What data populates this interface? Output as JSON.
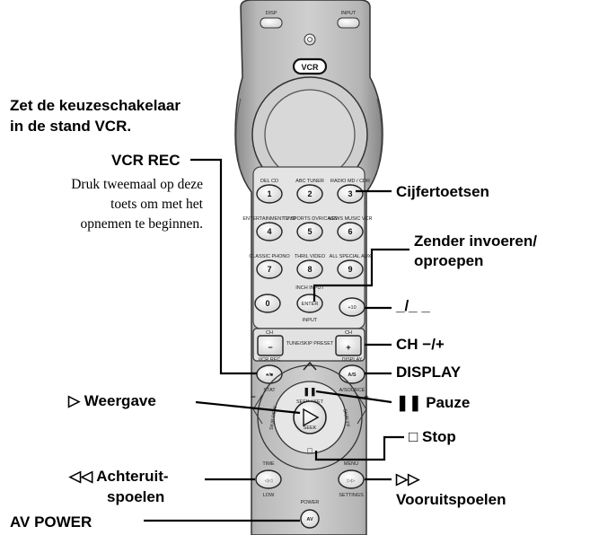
{
  "remote": {
    "top": {
      "disp": "DISP",
      "input": "INPUT",
      "selector": "VCR"
    },
    "number_keys": [
      {
        "top": "DEL CD",
        "digit": "1"
      },
      {
        "top": "ABC TUNER",
        "digit": "2"
      },
      {
        "top": "RADIO MD / CDR",
        "digit": "3"
      },
      {
        "top": "ENTERTAINMENT DVD",
        "digit": "4"
      },
      {
        "top": "TV SPORTS DVR/CASS",
        "digit": "5"
      },
      {
        "top": "NEWS MUSIC VCR",
        "digit": "6"
      },
      {
        "top": "CLASSIC PHONO",
        "digit": "7"
      },
      {
        "top": "THRIL VIDEO",
        "digit": "8"
      },
      {
        "top": "ALL SPECIAL AUX",
        "digit": "9"
      }
    ],
    "zero": "0",
    "enter": {
      "top": "INCH INPUT",
      "label": "ENTER",
      "bottom": "INPUT"
    },
    "plus10": "+10",
    "ch": {
      "minus_top": "CH",
      "plus_top": "CH",
      "minus": "−",
      "plus": "+",
      "center": "TUNE/SKIP PRESET"
    },
    "rec_key": {
      "top": "VCR REC",
      "label": "●/■",
      "bottom": "STAT"
    },
    "display_key": {
      "top": "DISPLAY",
      "label": "A/S",
      "bottom": "A/SOURCE"
    },
    "pause_key": "❚❚",
    "play_key": {
      "top": "SEEK / SET",
      "bottom": "SEEK"
    },
    "stop_key": "□",
    "skip_left": "SKIP REW",
    "skip_right": "SKIP FF",
    "minus": "−",
    "plus": "+",
    "rew_key": {
      "top": "TIME",
      "label": "◁◁",
      "bottom": "LOW"
    },
    "ff_key": {
      "top": "MENU",
      "label": "▷▷",
      "bottom": "SETTINGS"
    },
    "power_key": {
      "top": "POWER",
      "label": "AV"
    }
  },
  "labels": {
    "selector_line1": "Zet de keuzeschakelaar",
    "selector_line2": "in de stand VCR.",
    "vcr_rec": "VCR REC",
    "note_line1": "Druk tweemaal op deze",
    "note_line2": "toets om met het",
    "note_line3": "opnemen te beginnen.",
    "cijfer": "Cijfertoetsen",
    "zender_line1": "Zender invoeren/",
    "zender_line2": "oproepen",
    "tens": "_/_ _",
    "ch": "CH −/+",
    "display": "DISPLAY",
    "weergave": "▷ Weergave",
    "pauze": "❚❚ Pauze",
    "stop": "□ Stop",
    "achter_line1": "◁◁ Achteruit-",
    "achter_line2": "spoelen",
    "voor_line1": "▷▷",
    "voor_line2": "Vooruitspoelen",
    "av_power": "AV POWER"
  }
}
